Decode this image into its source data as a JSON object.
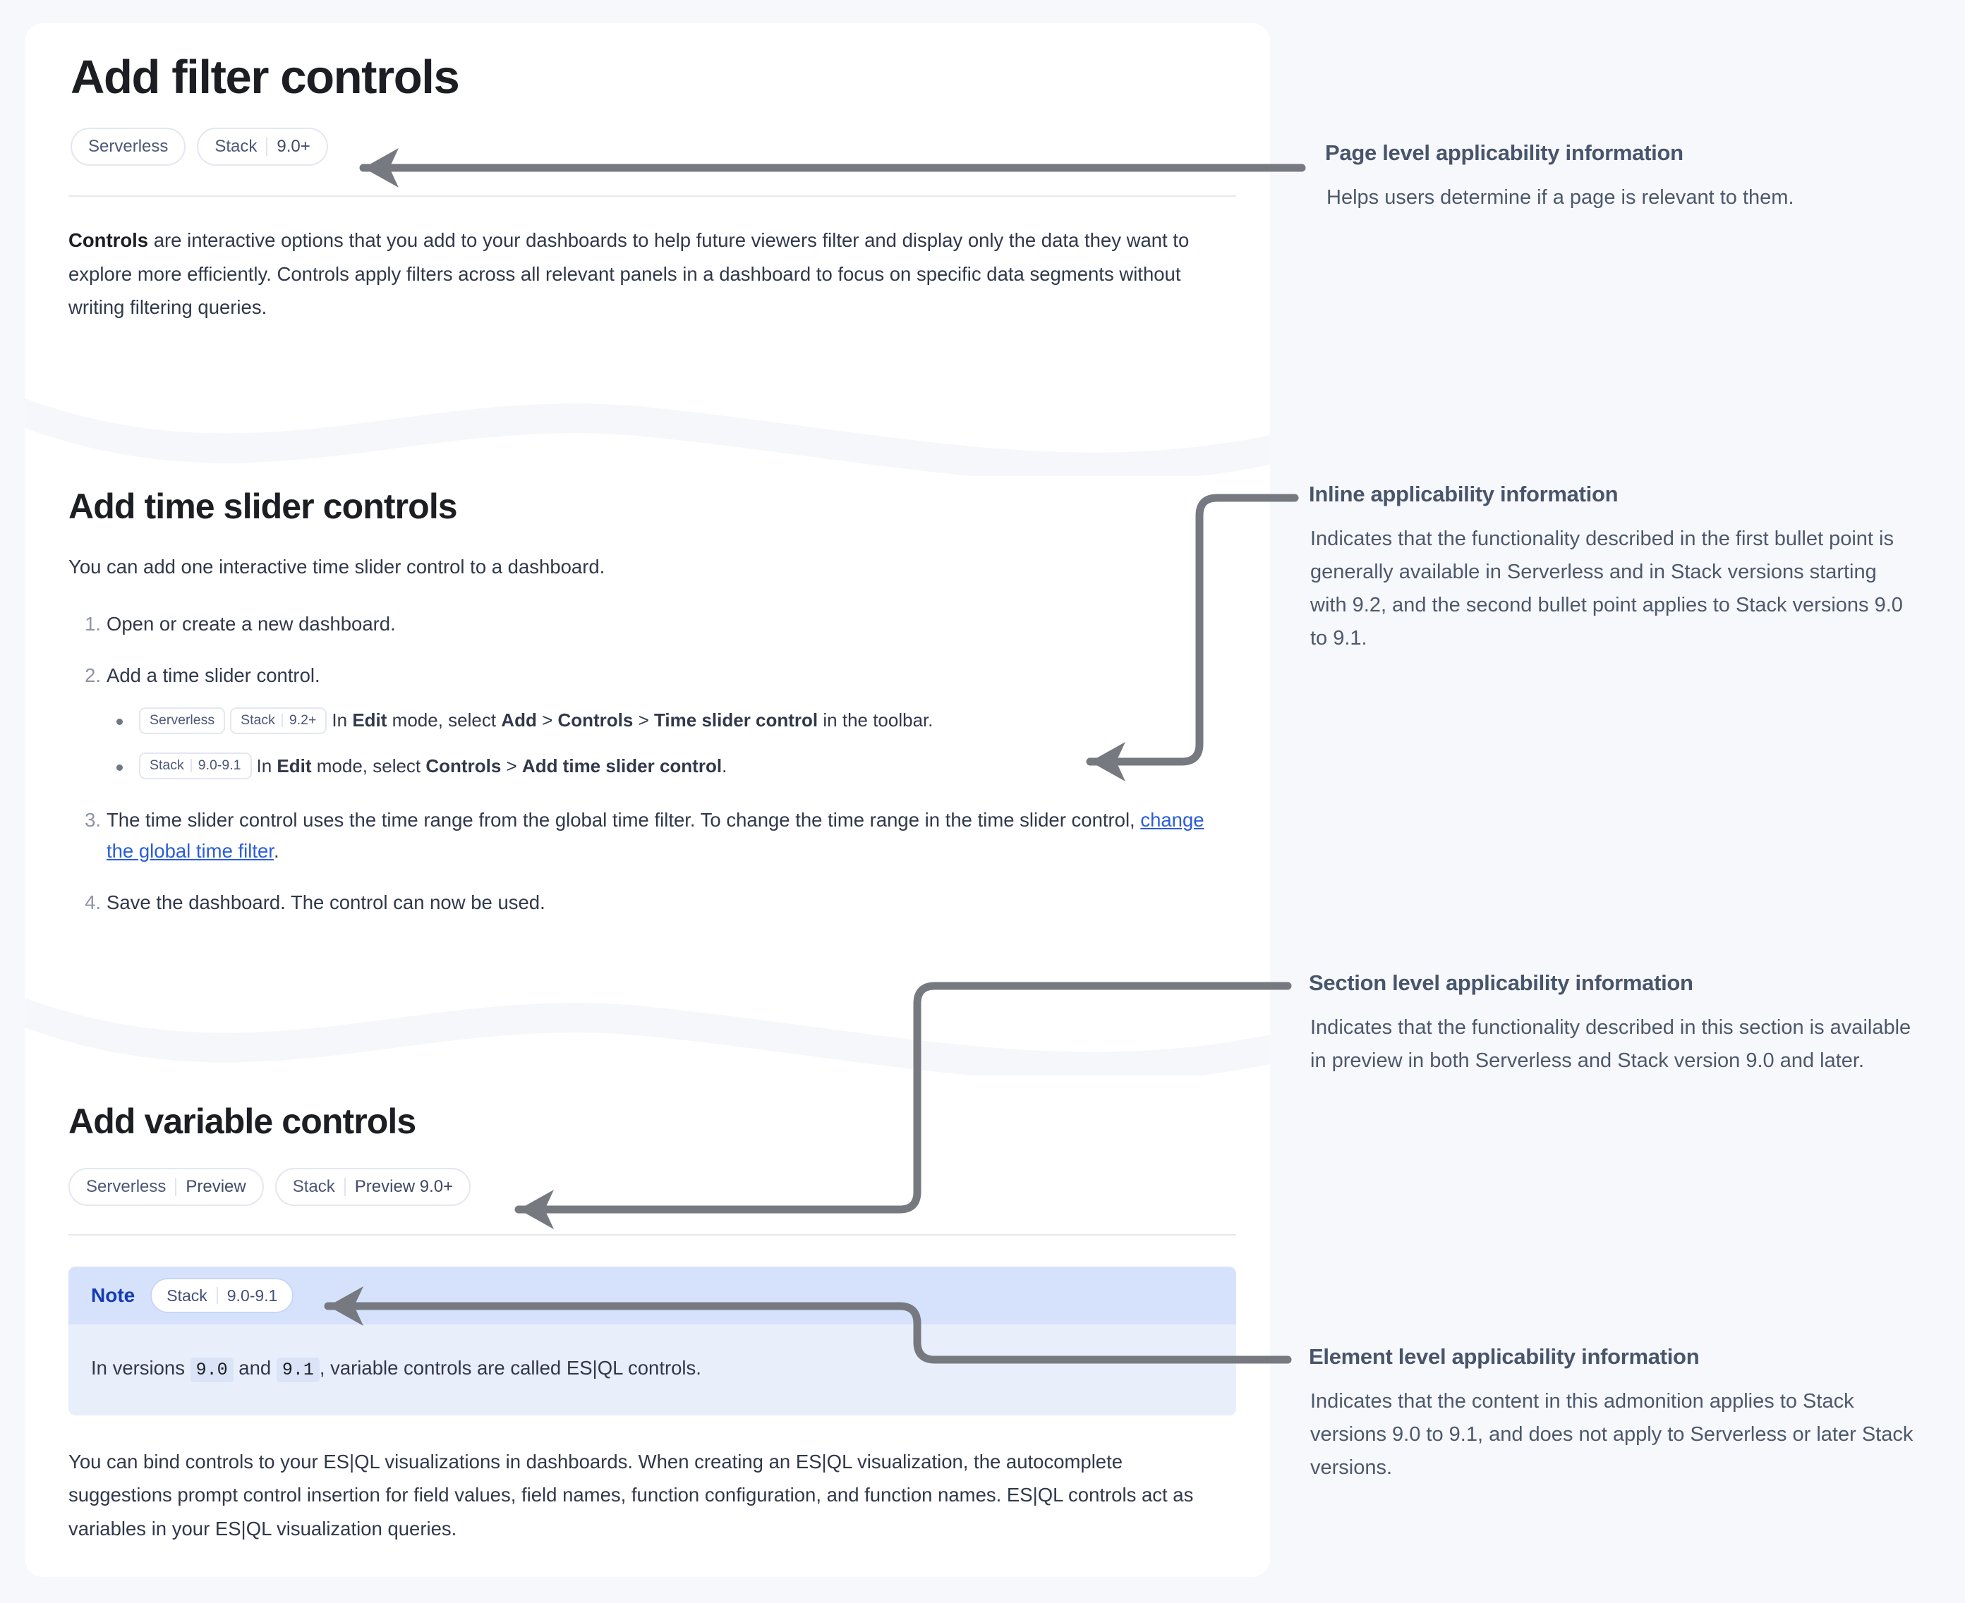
{
  "page": {
    "title": "Add filter controls",
    "page_badges": [
      {
        "name": "Serverless",
        "version": ""
      },
      {
        "name": "Stack",
        "version": "9.0+"
      }
    ],
    "intro": {
      "lead": "Controls",
      "rest": " are interactive options that you add to your dashboards to help future viewers filter and display only the data they want to explore more efficiently. Controls apply filters across all relevant panels in a dashboard to focus on specific data segments without writing filtering queries."
    }
  },
  "time_slider_section": {
    "heading": "Add time slider controls",
    "intro": "You can add one interactive time slider control to a dashboard.",
    "steps": [
      {
        "num": "1.",
        "text": "Open or create a new dashboard."
      },
      {
        "num": "2.",
        "text": "Add a time slider control."
      },
      {
        "num": "3.",
        "text": "The time slider control uses the time range from the global time filter. To change the time range in the time slider control, ",
        "link": "change the global time filter",
        "tail": "."
      },
      {
        "num": "4.",
        "text": "Save the dashboard. The control can now be used."
      }
    ],
    "sub_bullets": [
      {
        "badges": [
          {
            "name": "Serverless",
            "version": ""
          },
          {
            "name": "Stack",
            "version": "9.2+"
          }
        ],
        "prefix": "In ",
        "mode": "Edit",
        "mid": " mode, select ",
        "path": [
          "Add",
          "Controls",
          "Time slider control"
        ],
        "suffix": " in the toolbar."
      },
      {
        "badges": [
          {
            "name": "Stack",
            "version": "9.0-9.1"
          }
        ],
        "prefix": "In ",
        "mode": "Edit",
        "mid": " mode, select ",
        "path": [
          "Controls",
          "Add time slider control"
        ],
        "suffix": "."
      }
    ]
  },
  "variable_section": {
    "heading": "Add variable controls",
    "badges": [
      {
        "name": "Serverless",
        "version": "Preview"
      },
      {
        "name": "Stack",
        "version": "Preview 9.0+"
      }
    ],
    "note": {
      "label": "Note",
      "badge": {
        "name": "Stack",
        "version": "9.0-9.1"
      },
      "body_pre": "In versions ",
      "code_1": "9.0",
      "body_mid": " and ",
      "code_2": "9.1",
      "body_post": ", variable controls are called ES|QL controls."
    },
    "paragraph": "You can bind controls to your ES|QL visualizations in dashboards. When creating an ES|QL visualization, the autocomplete suggestions prompt control insertion for field values, field names, function configuration, and function names. ES|QL controls act as variables in your ES|QL visualization queries."
  },
  "annotations": [
    {
      "title": "Page level applicability information",
      "text": "Helps users determine if a page is relevant to them."
    },
    {
      "title": "Inline applicability information",
      "text": "Indicates that the functionality described in the first bullet point is generally available in Serverless and in Stack versions starting with 9.2, and the second bullet point applies to Stack versions 9.0 to 9.1."
    },
    {
      "title": "Section level applicability information",
      "text": "Indicates that the functionality described in this section is available in preview in both Serverless and Stack version 9.0 and later."
    },
    {
      "title": "Element level applicability information",
      "text": "Indicates that the content in this admonition applies to Stack versions 9.0 to 9.1, and does not apply to Serverless or later Stack versions."
    }
  ],
  "colors": {
    "page_background": "#f7f8fc",
    "card_background": "#ffffff",
    "heading": "#1c1e23",
    "body_text": "#31384a",
    "badge_text": "#4c5678",
    "badge_border": "#e4e7f0",
    "link": "#2a5ddb",
    "note_header": "#d6e2fb",
    "note_body": "#e9eefb",
    "note_label": "#133bb5",
    "annotation_title": "#48556b",
    "annotation_text": "#4d586c",
    "arrow": "#767a80",
    "wave": "#f5f7fb"
  }
}
